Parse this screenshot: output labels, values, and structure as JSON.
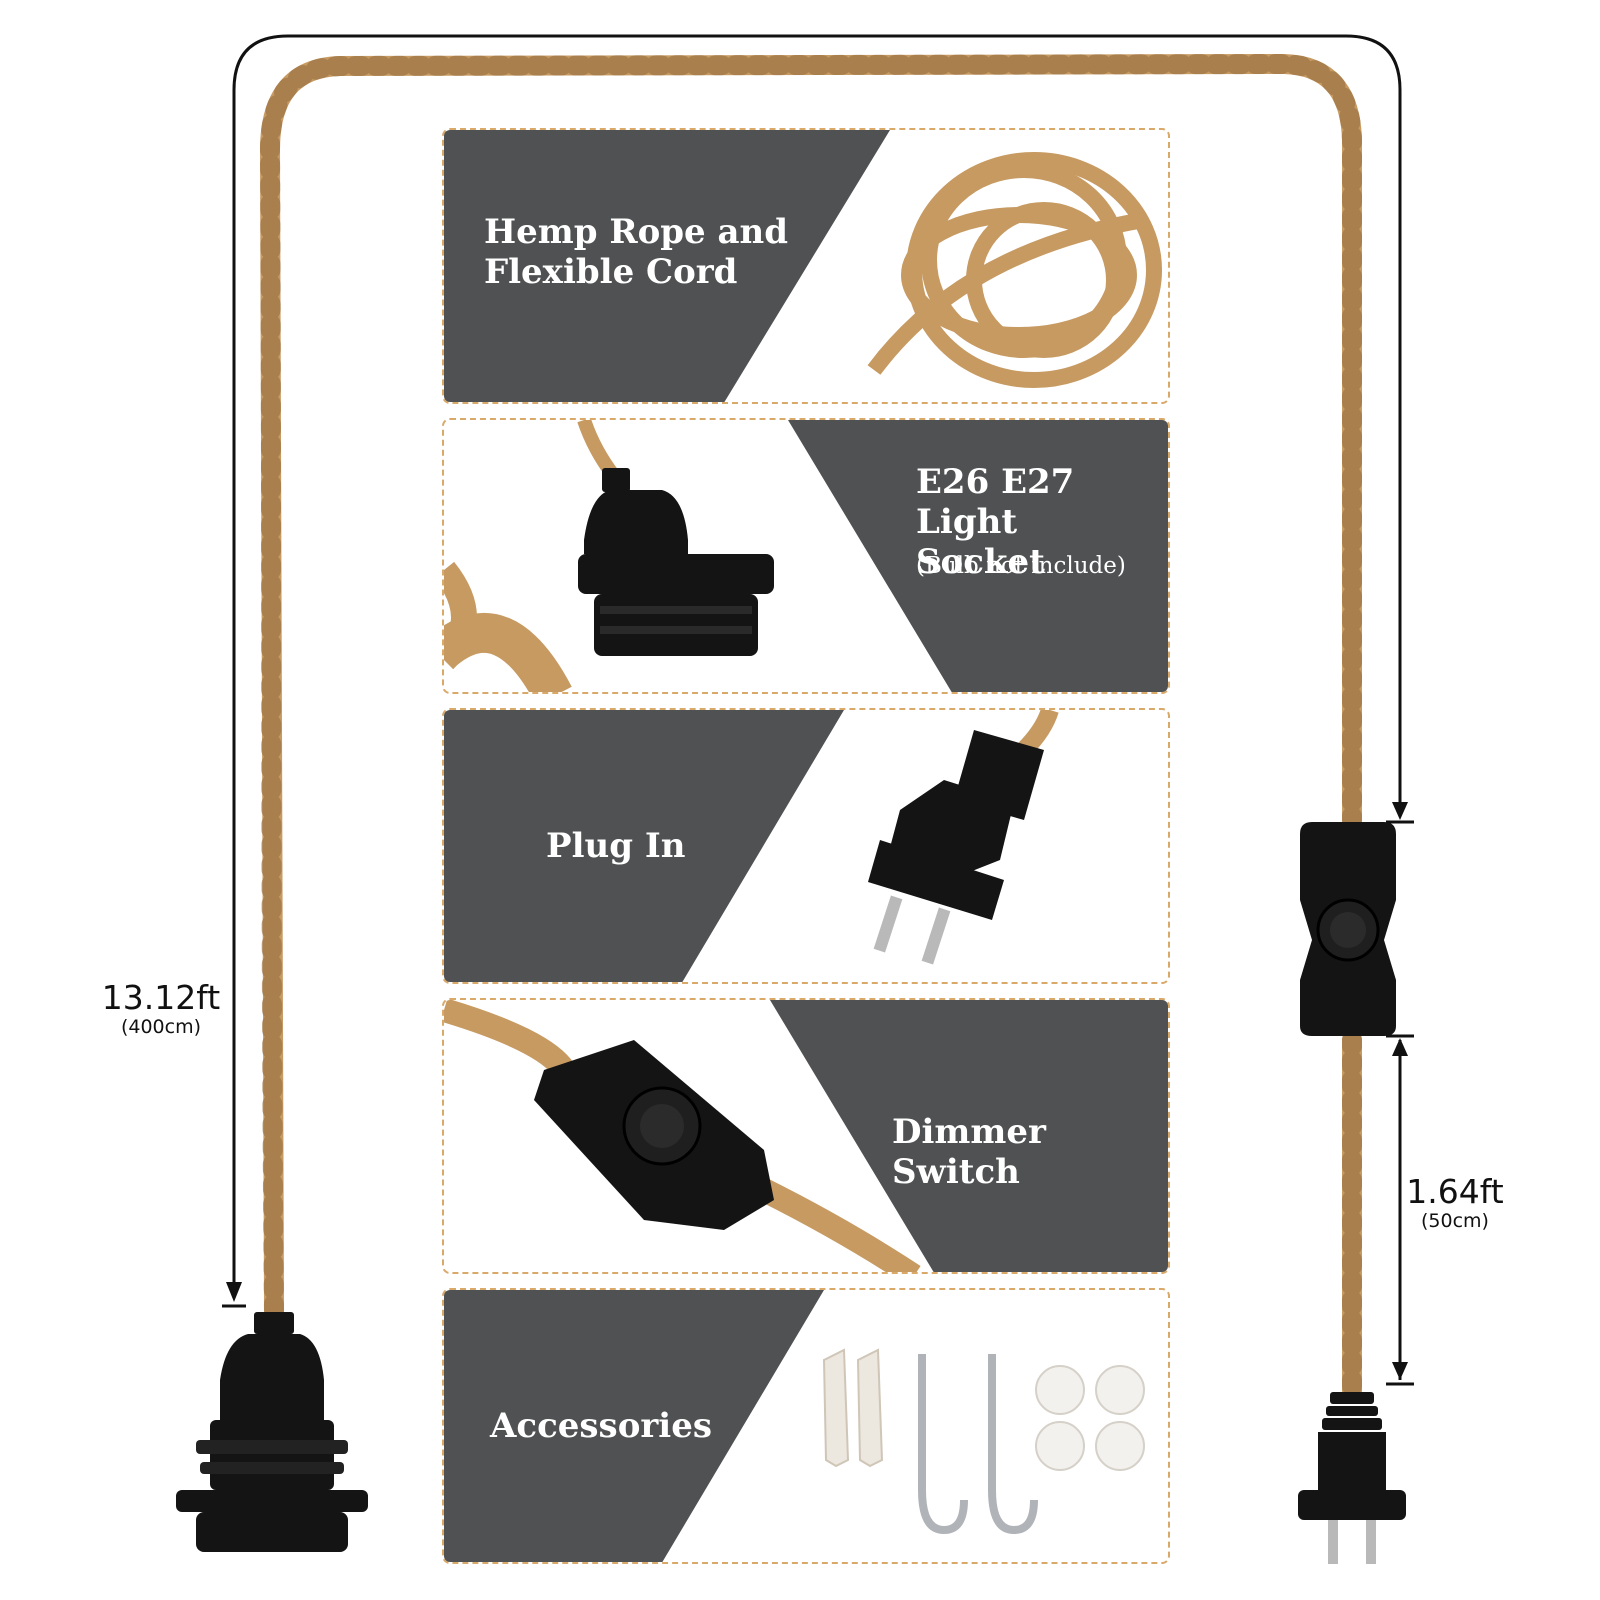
{
  "colors": {
    "panel_dark": "#4f5152",
    "dash_border": "#d9a96a",
    "rope": "#c79a62",
    "rope_dark": "#9c7444",
    "hardware": "#141414"
  },
  "dimensions": {
    "total": {
      "main": "13.12ft",
      "sub": "(400cm)"
    },
    "plug_to_switch": {
      "main": "1.64ft",
      "sub": "(50cm)"
    }
  },
  "panels": [
    {
      "title": "Hemp Rope and\nFlexible Cord",
      "subtitle": "",
      "image": "rope-coil-image"
    },
    {
      "title": "E26 E27 Light\nSocket",
      "subtitle": "(Bulb not include)",
      "image": "socket-image"
    },
    {
      "title": "Plug In",
      "subtitle": "",
      "image": "plug-image"
    },
    {
      "title": "Dimmer Switch",
      "subtitle": "",
      "image": "dimmer-image"
    },
    {
      "title": "Accessories",
      "subtitle": "",
      "image": "accessories-image"
    }
  ]
}
